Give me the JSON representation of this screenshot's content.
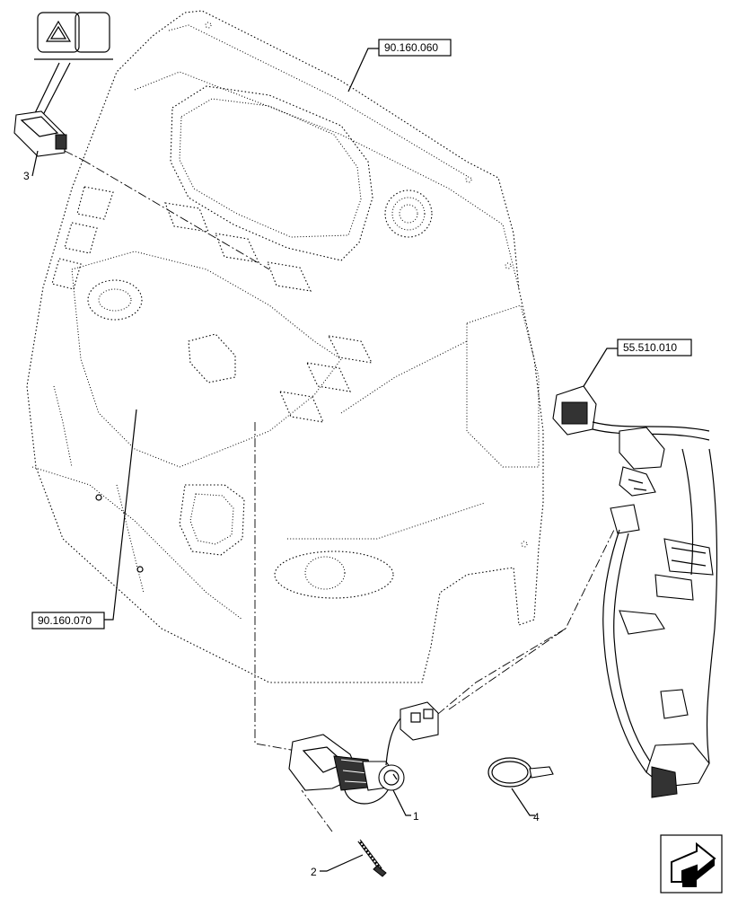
{
  "references": {
    "dashboard": "90.160.060",
    "lower_panel": "90.160.070",
    "harness": "55.510.010"
  },
  "callouts": {
    "switch": "1",
    "screw": "2",
    "hazard_switch": "3",
    "cable_tie": "4"
  },
  "icons": {
    "hazard_symbol": "hazard-triangle-icon",
    "navigation": "next-page-arrow-icon"
  }
}
